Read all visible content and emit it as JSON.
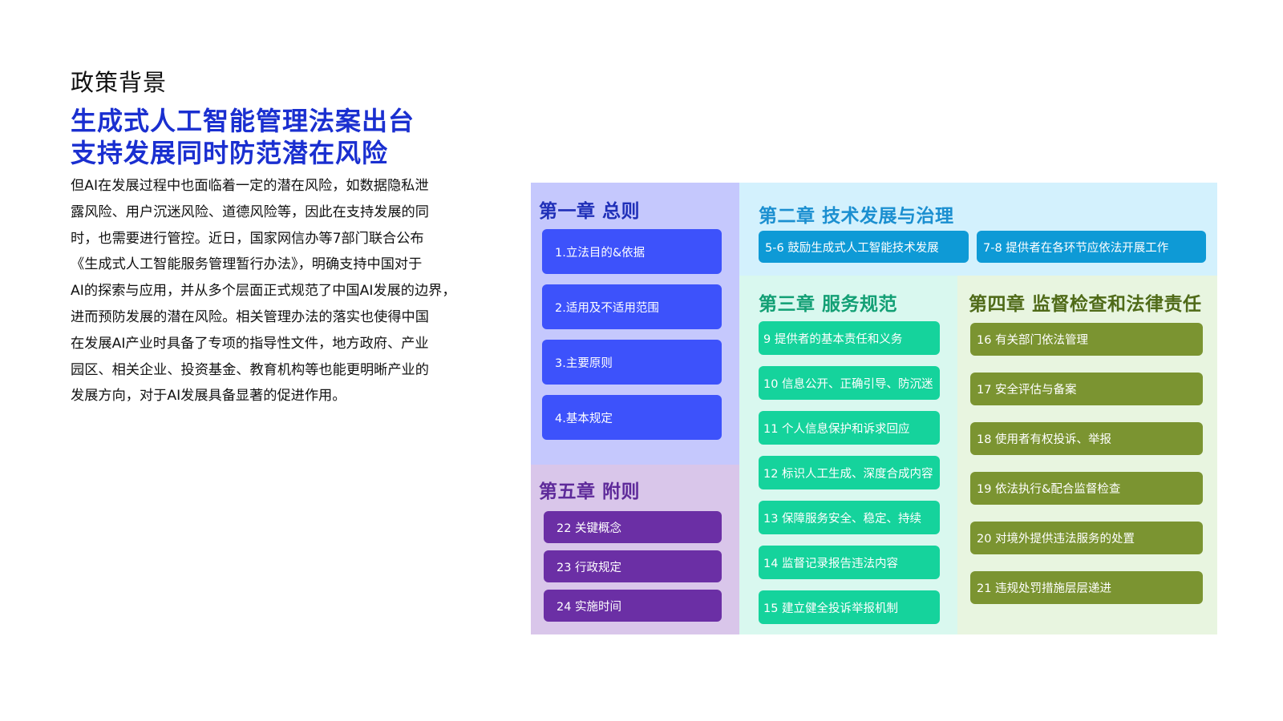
{
  "intro": {
    "kicker": "政策背景",
    "headline_1": "生成式人工智能管理法案出台",
    "headline_2": "支持发展同时防范潜在风险",
    "body_lines": [
      "但AI在发展过程中也面临着一定的潜在风险，如数据隐私泄",
      "露风险、用户沉迷风险、道德风险等，因此在支持发展的同",
      "时，也需要进行管控。近日，国家网信办等7部门联合公布",
      "《生成式人工智能服务管理暂行办法》，明确支持中国对于",
      "AI的探索与应用，并从多个层面正式规范了中国AI发展的边界，",
      "进而预防发展的潜在风险。相关管理办法的落实也使得中国",
      "在发展AI产业时具备了专项的指导性文件，地方政府、产业",
      "园区、相关企业、投资基金、教育机构等也能更明晰产业的",
      "发展方向，对于AI发展具备显著的促进作用。"
    ]
  },
  "chapters": {
    "ch1": {
      "title": "第一章 总则",
      "color": "#1f2fb8",
      "items": [
        "1.立法目的&依据",
        "2.适用及不适用范围",
        "3.主要原则",
        "4.基本规定"
      ]
    },
    "ch2": {
      "title": "第二章 技术发展与治理",
      "color": "#1b8fd0",
      "items": [
        "5-6 鼓励生成式人工智能技术发展",
        "7-8 提供者在各环节应依法开展工作"
      ]
    },
    "ch3": {
      "title": "第三章 服务规范",
      "color": "#129f74",
      "items": [
        "9 提供者的基本责任和义务",
        "10 信息公开、正确引导、防沉迷",
        "11 个人信息保护和诉求回应",
        "12 标识人工生成、深度合成内容",
        "13 保障服务安全、稳定、持续",
        "14 监督记录报告违法内容",
        "15 建立健全投诉举报机制"
      ]
    },
    "ch4": {
      "title": "第四章 监督检查和法律责任",
      "color": "#4f6a18",
      "items": [
        "16 有关部门依法管理",
        "17 安全评估与备案",
        "18 使用者有权投诉、举报",
        "19 依法执行&配合监督检查",
        "20 对境外提供违法服务的处置",
        "21 违规处罚措施层层递进"
      ]
    },
    "ch5": {
      "title": "第五章 附则",
      "color": "#5e2a9a",
      "items": [
        "22 关键概念",
        "23 行政规定",
        "24 实施时间"
      ]
    }
  }
}
